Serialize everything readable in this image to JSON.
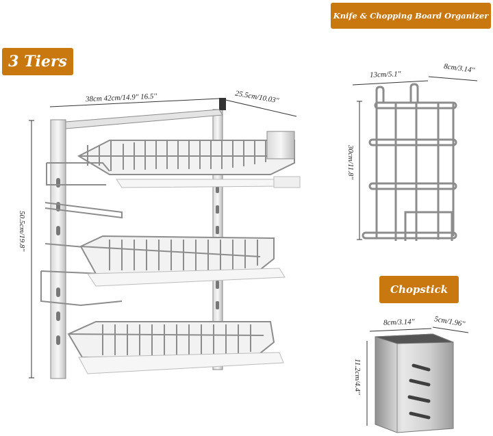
{
  "badges": {
    "tiers": "3 Tiers",
    "knife": "Knife & Chopping Board Organizer",
    "chopstick": "Chopstick"
  },
  "dimensions": {
    "rack_width": "38cm 42cm/14.9'' 16.5''",
    "rack_depth": "25.5cm/10.03''",
    "rack_height": "50.5cm/19.8''",
    "knife_width": "13cm/5.1''",
    "knife_depth": "8cm/3.14''",
    "knife_height": "30cm/11.8''",
    "chop_width": "8cm/3.14''",
    "chop_depth": "5cm/1.96''",
    "chop_height": "11.2cm/4.4''"
  },
  "colors": {
    "badge": "#c8780f",
    "metal": "#9a9a9a",
    "metal_dark": "#6e6e6e"
  }
}
